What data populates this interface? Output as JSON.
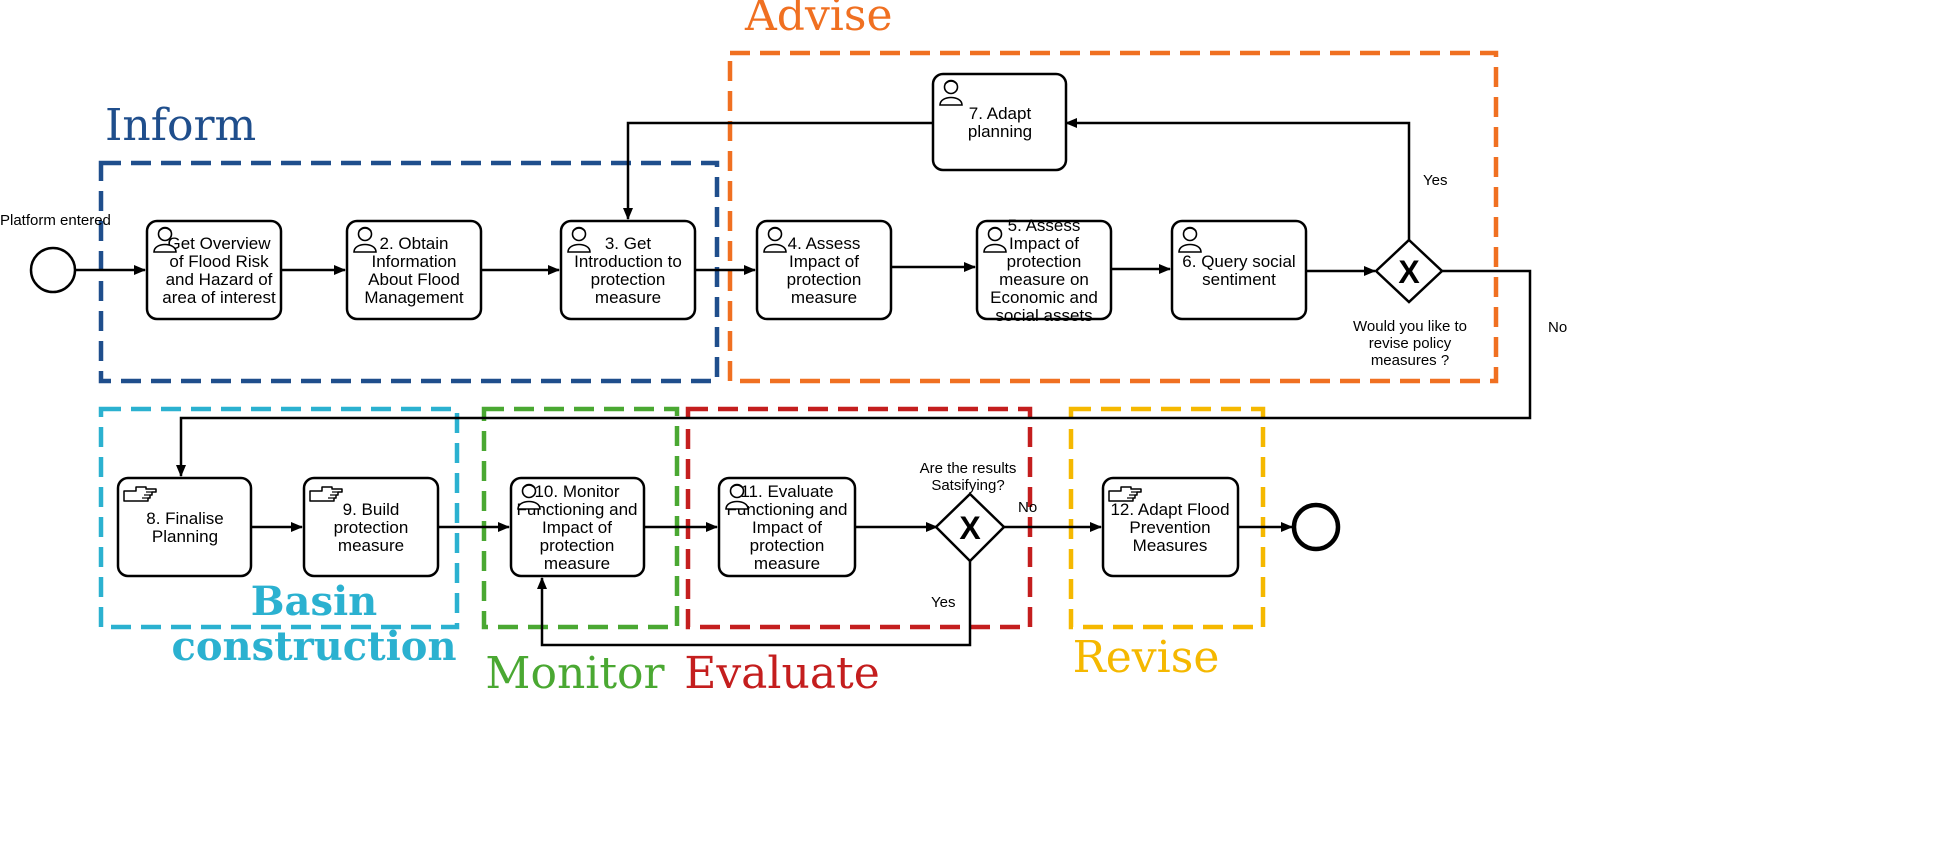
{
  "zones": {
    "inform": {
      "label": "Inform",
      "color": "#1f4e8c"
    },
    "advise": {
      "label": "Advise",
      "color": "#f07021"
    },
    "basin": {
      "label_line1": "Basin",
      "label_line2": "construction",
      "color": "#2bb1d0"
    },
    "monitor": {
      "label": "Monitor",
      "color": "#4aa832"
    },
    "evaluate": {
      "label": "Evaluate",
      "color": "#c41e1e"
    },
    "revise": {
      "label": "Revise",
      "color": "#f5b800"
    }
  },
  "events": {
    "start_label": "Platform entered"
  },
  "tasks": {
    "t1": {
      "lines": [
        "Get Overview",
        "of Flood Risk",
        "and Hazard of",
        "area of interest"
      ],
      "icon": "user-icon"
    },
    "t2": {
      "lines": [
        "2. Obtain",
        "Information",
        "About Flood",
        "Management"
      ],
      "icon": "user-icon"
    },
    "t3": {
      "lines": [
        "3. Get",
        "Introduction to",
        "protection",
        "measure"
      ],
      "icon": "user-icon"
    },
    "t4": {
      "lines": [
        "4. Assess",
        "Impact of",
        "protection",
        "measure"
      ],
      "icon": "user-icon"
    },
    "t5": {
      "lines": [
        "5. Assess",
        "Impact of",
        "protection",
        "measure on",
        "Economic and",
        "social assets"
      ],
      "icon": "user-icon"
    },
    "t6": {
      "lines": [
        "6. Query social",
        "sentiment"
      ],
      "icon": "user-icon"
    },
    "t7": {
      "lines": [
        "7. Adapt",
        "planning"
      ],
      "icon": "user-icon"
    },
    "t8": {
      "lines": [
        "8. Finalise",
        "Planning"
      ],
      "icon": "hand-icon"
    },
    "t9": {
      "lines": [
        "9. Build",
        "protection",
        "measure"
      ],
      "icon": "hand-icon"
    },
    "t10": {
      "lines": [
        "10. Monitor",
        "Functioning and",
        "Impact of",
        "protection",
        "measure"
      ],
      "icon": "user-icon"
    },
    "t11": {
      "lines": [
        "11. Evaluate",
        "Functioning and",
        "Impact of",
        "protection",
        "measure"
      ],
      "icon": "user-icon"
    },
    "t12": {
      "lines": [
        "12. Adapt Flood",
        "Prevention",
        "Measures"
      ],
      "icon": "hand-icon"
    }
  },
  "gateways": {
    "g1": {
      "question_lines": [
        "Would you like to",
        "revise policy",
        "measures ?"
      ],
      "yes_label": "Yes",
      "no_label": "No"
    },
    "g2": {
      "question_lines": [
        "Are the results",
        "Satsifying?"
      ],
      "yes_label": "Yes",
      "no_label": "No"
    }
  }
}
